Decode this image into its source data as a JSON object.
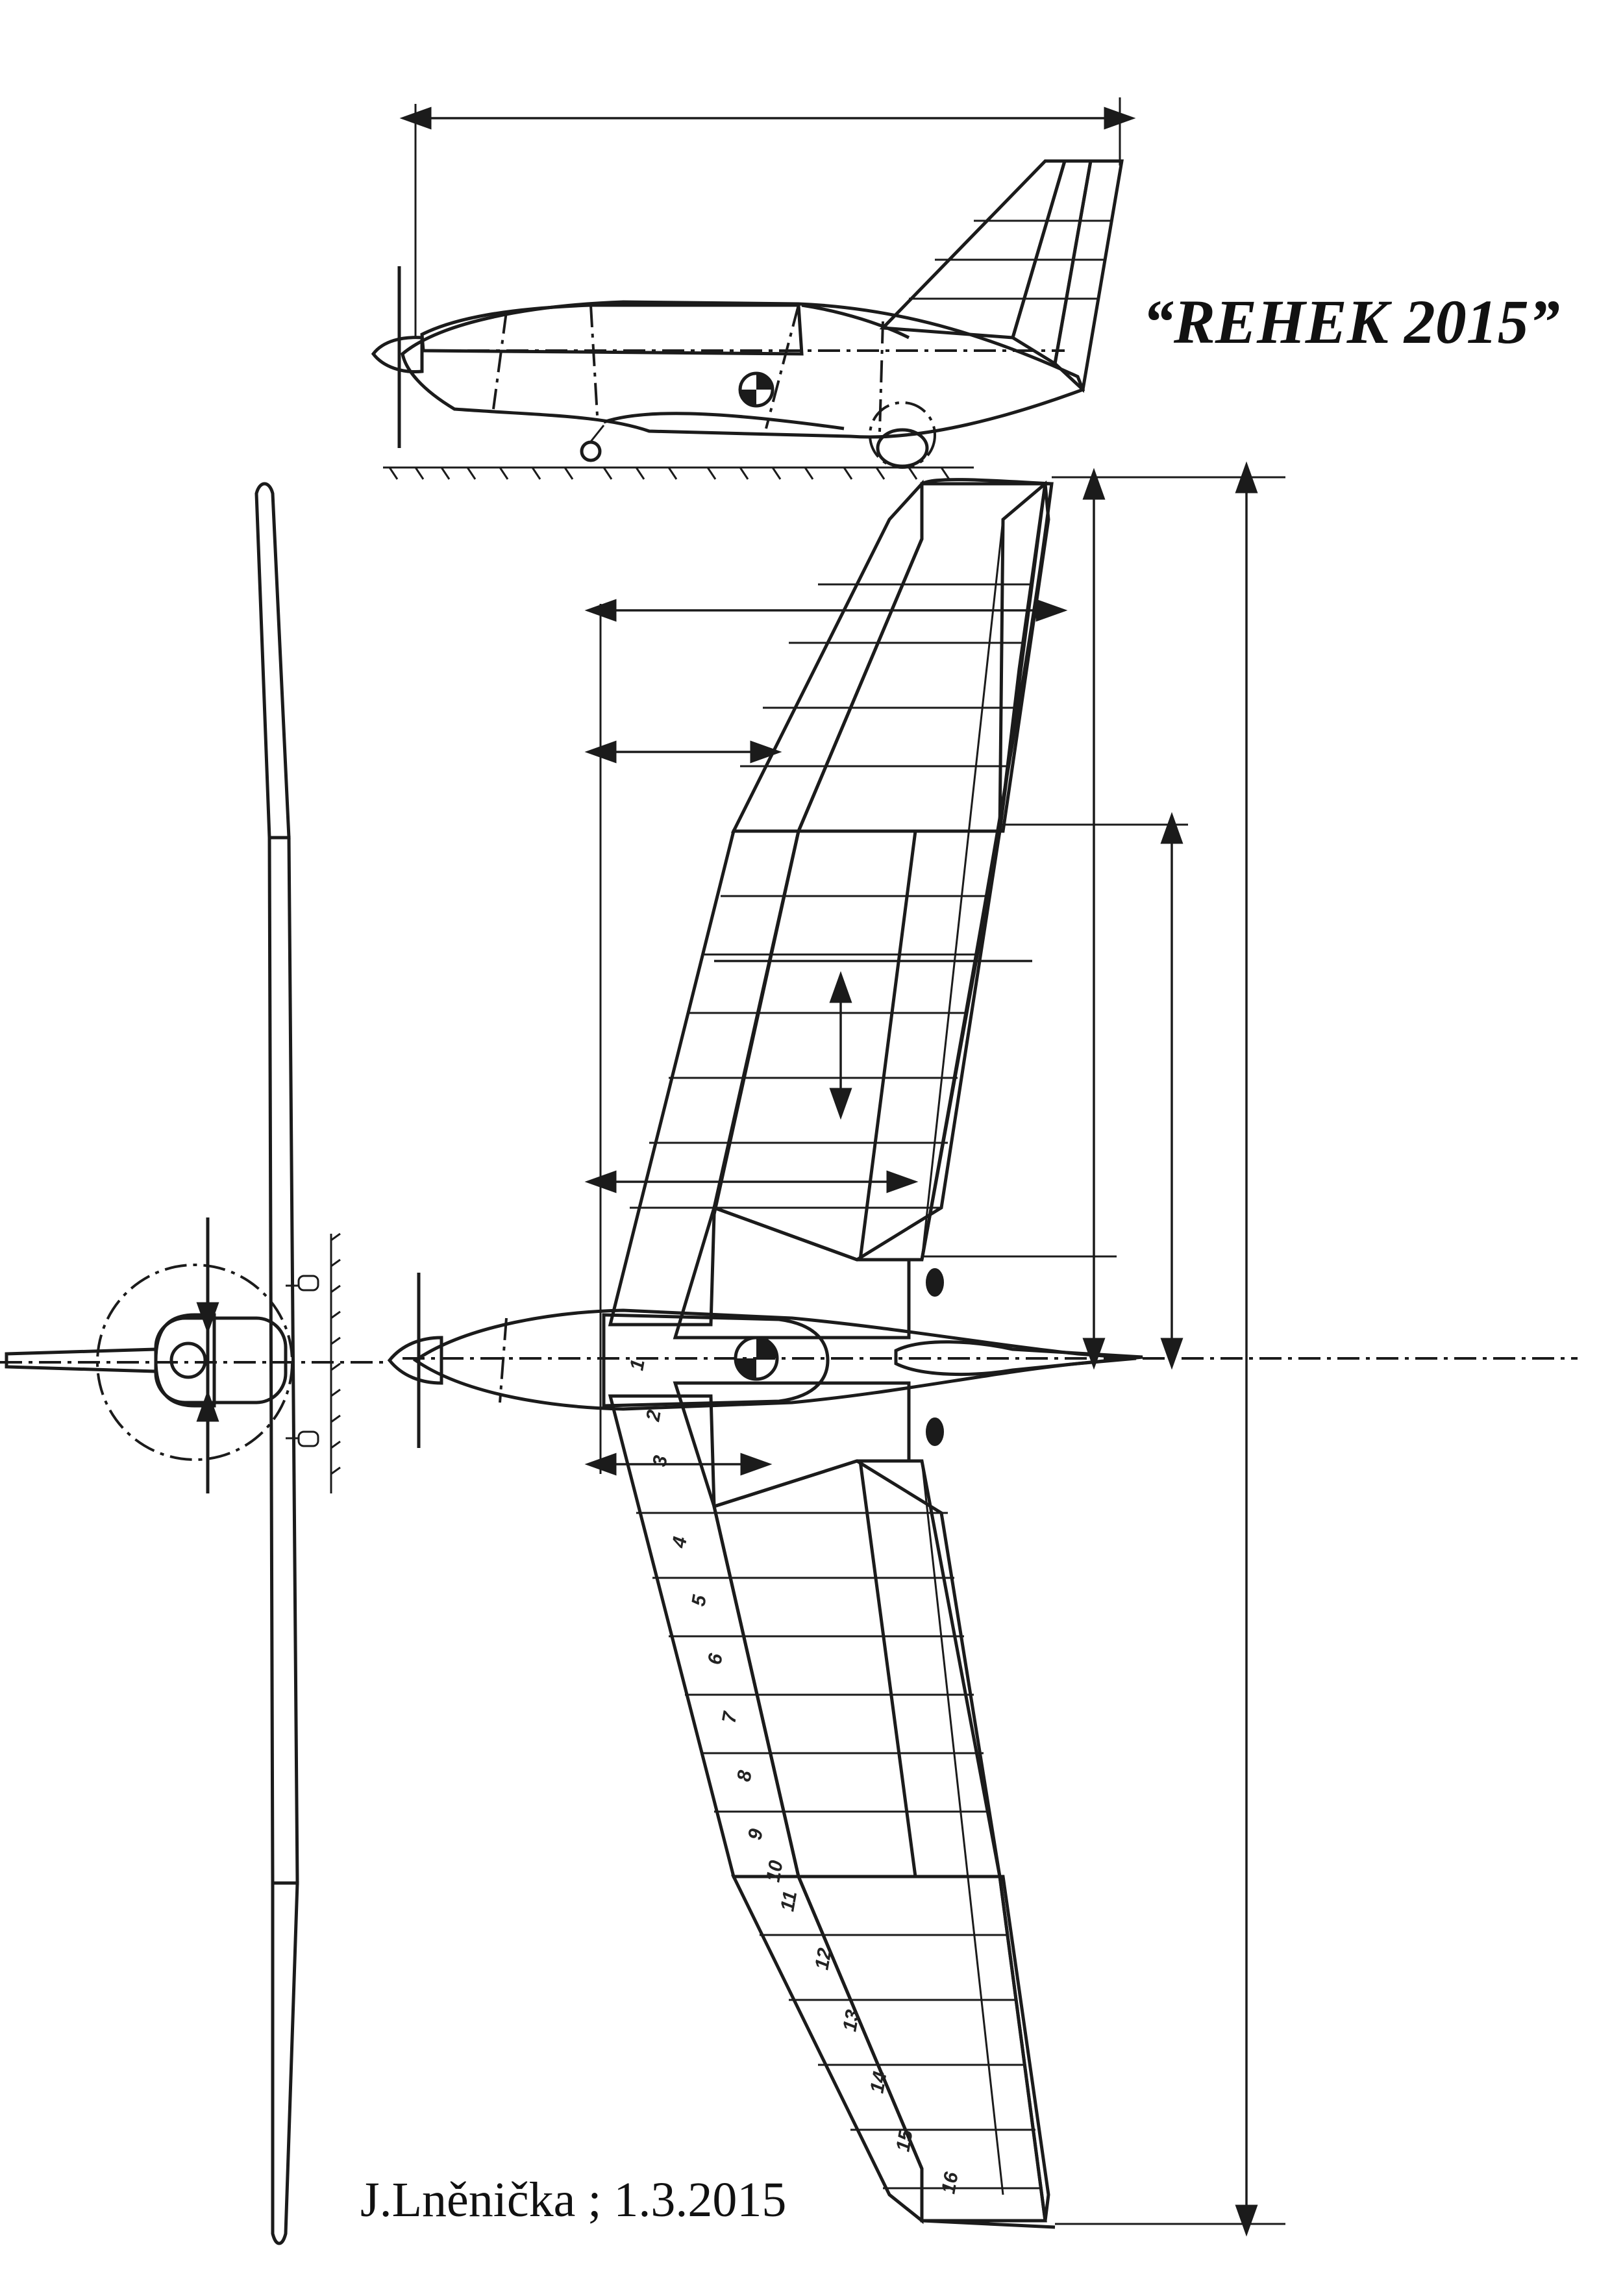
{
  "title": "“REHEK 2015”",
  "author_line": "J.Lněnička ; 1.3.2015",
  "rib_numbers": [
    "1",
    "2",
    "3",
    "4",
    "5",
    "6",
    "7",
    "8",
    "9",
    "10",
    "11",
    "12",
    "13",
    "14",
    "15",
    "16"
  ],
  "colors": {
    "wing_tip": "#f6b58c",
    "wing_center": "#f4b6d6",
    "fuselage": "#d6d6d4",
    "canopy": "#f8f4a4",
    "wing_panel": "#eadccb",
    "wing_panel_light": "#eff1d6",
    "line": "#1b1b1b"
  }
}
